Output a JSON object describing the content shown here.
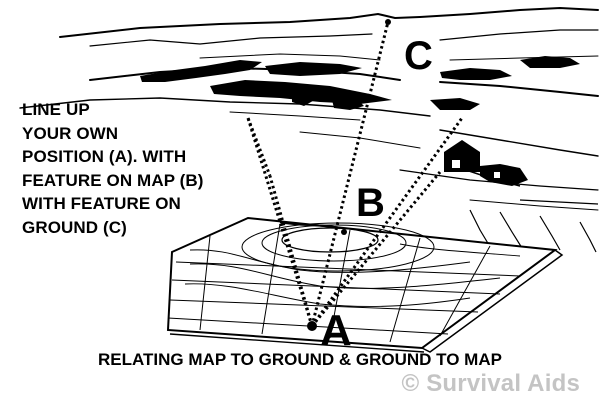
{
  "instruction": {
    "lines": [
      "LINE UP",
      "YOUR OWN",
      "POSITION (A). WITH",
      "FEATURE ON MAP (B)",
      "WITH FEATURE ON",
      "GROUND (C)"
    ]
  },
  "points": {
    "a": "A",
    "b": "B",
    "c": "C"
  },
  "caption": "RELATING MAP TO GROUND & GROUND TO MAP",
  "credit": "© Survival Aids",
  "colors": {
    "ink": "#000000",
    "background": "#ffffff",
    "credit": "#c4c4c4"
  }
}
